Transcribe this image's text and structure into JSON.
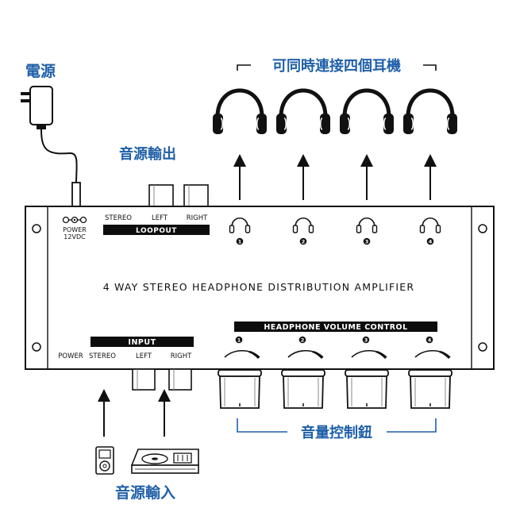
{
  "labels": {
    "power_zh": "電源",
    "headphones_zh": "可同時連接四個耳機",
    "source_out_zh": "音源輸出",
    "source_in_zh": "音源輸入",
    "volume_zh": "音量控制鈕"
  },
  "panel": {
    "title": "4 WAY STEREO HEADPHONE DISTRIBUTION AMPLIFIER",
    "power_jack": {
      "line1": "POWER",
      "line2": "12VDC"
    },
    "loopout": {
      "stereo": "STEREO",
      "left": "LEFT",
      "right": "RIGHT",
      "bar": "LOOPOUT"
    },
    "input": {
      "power": "POWER",
      "stereo": "STEREO",
      "left": "LEFT",
      "right": "RIGHT",
      "bar": "INPUT"
    },
    "volume_bar": "HEADPHONE VOLUME CONTROL",
    "channels": [
      "1",
      "2",
      "3",
      "4"
    ]
  },
  "colors": {
    "accent": "#1f5fa8",
    "ink": "#111111",
    "bar": "#0d0d0d"
  },
  "icons": [
    "power-adapter-icon",
    "headphones-icon",
    "mp3-player-icon",
    "cd-player-icon",
    "arrow-up-icon"
  ]
}
